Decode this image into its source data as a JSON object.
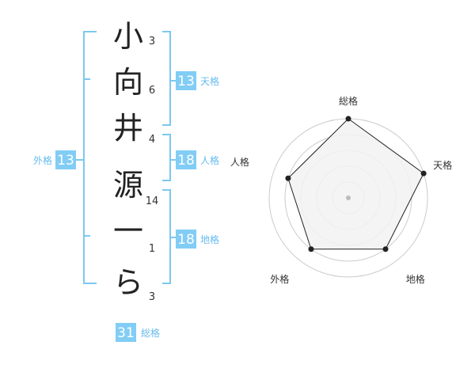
{
  "name": {
    "characters": [
      {
        "char": "小",
        "strokes": "3"
      },
      {
        "char": "向",
        "strokes": "6"
      },
      {
        "char": "井",
        "strokes": "4"
      },
      {
        "char": "源",
        "strokes": "14"
      },
      {
        "char": "一",
        "strokes": "1"
      },
      {
        "char": "ら",
        "strokes": "3"
      }
    ]
  },
  "kaku": {
    "tenkaku": {
      "value": "13",
      "label": "天格"
    },
    "jinkaku": {
      "value": "18",
      "label": "人格"
    },
    "chikaku": {
      "value": "18",
      "label": "地格"
    },
    "gaikaku": {
      "value": "13",
      "label": "外格"
    },
    "soukaku": {
      "value": "31",
      "label": "総格"
    }
  },
  "colors": {
    "accent": "#7cc8f0",
    "badge": "#82cdf5",
    "label": "#66bbee",
    "radar_fill": "#f2f2f2",
    "radar_ring": "#cccccc"
  },
  "chart_data": {
    "type": "radar",
    "axes": [
      "総格",
      "天格",
      "地格",
      "外格",
      "人格"
    ],
    "values": [
      5,
      5,
      4,
      4,
      4
    ],
    "range": [
      0,
      5
    ]
  }
}
